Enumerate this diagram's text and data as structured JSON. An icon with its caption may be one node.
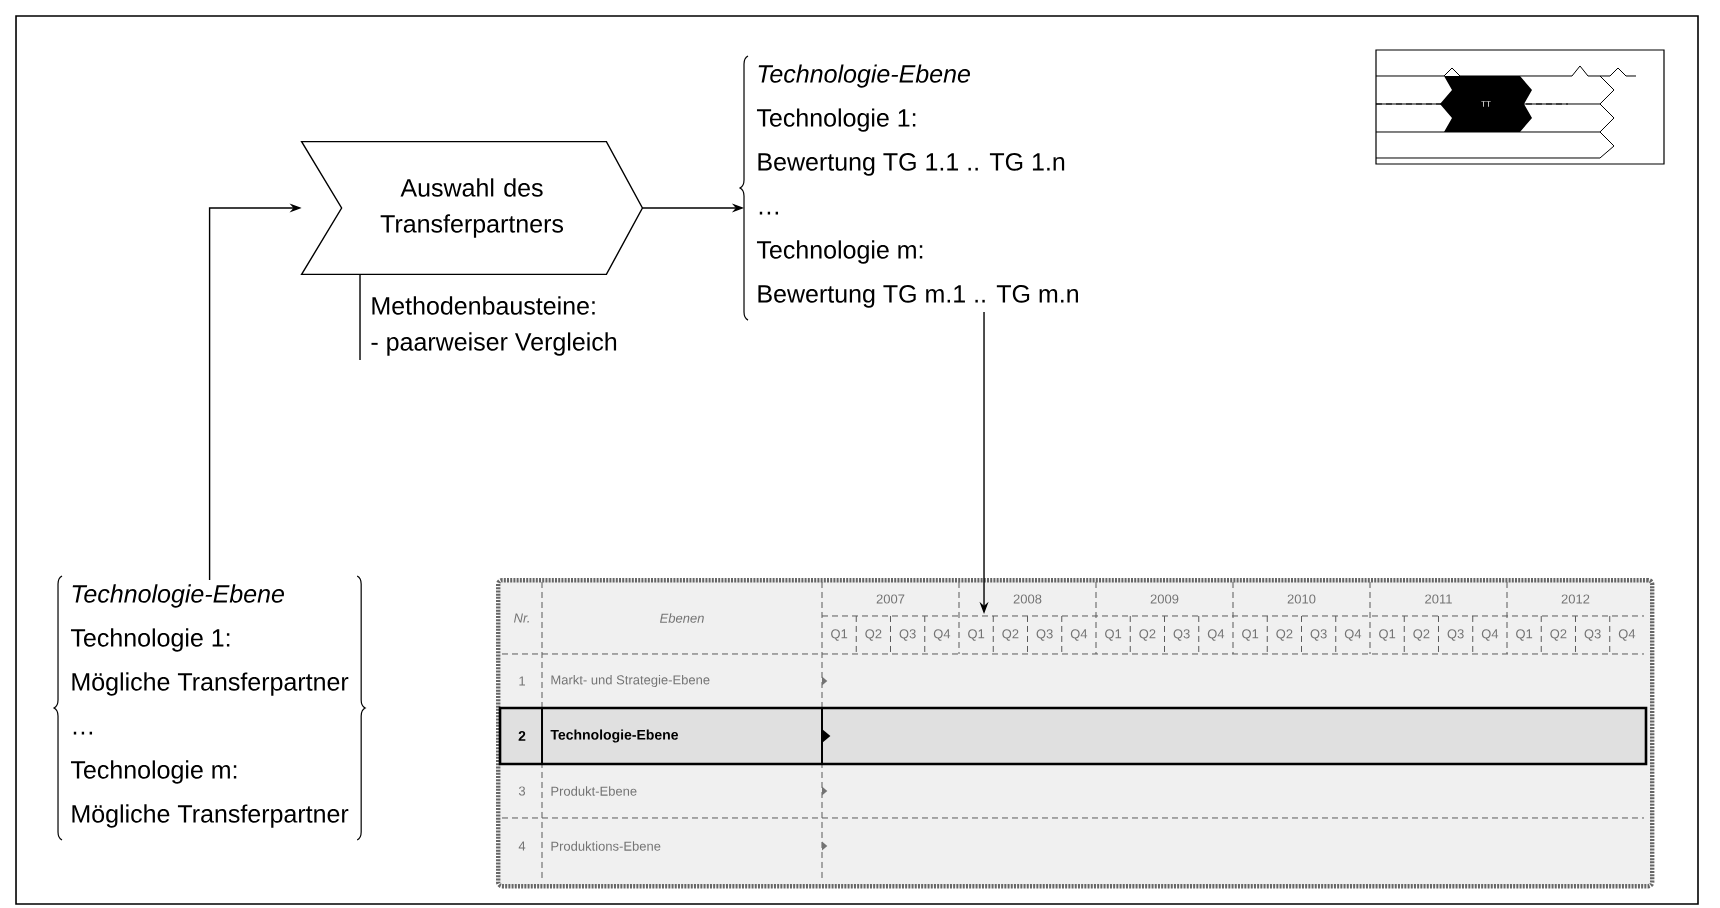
{
  "diagram": {
    "nodes": [
      {
        "text": [
          "Auswahl des Transferpartners"
        ]
      },
      {
        "text": [
          "Methodenbausteine:",
          "- paarweiser Vergleich"
        ]
      },
      {
        "text": [
          "Technologie-Ebene",
          "Technologie 1:",
          "Bewertung TG 1.1 .. TG 1.n",
          "…",
          "Technologie m:",
          "Bewertung TG m.1 .. TG m.n"
        ]
      },
      {
        "text": [
          "Technologie-Ebene",
          "Technologie 1:",
          "Mögliche Transferpartner",
          "…",
          "Technologie m:",
          "Mögliche Transferpartner"
        ]
      },
      {
        "text": [],
        "shape": "box"
      }
    ],
    "edges": [
      {
        "from": 3,
        "to": 0,
        "arrow": "to"
      },
      {
        "from": 0,
        "to": 1,
        "arrow": "none"
      },
      {
        "from": 0,
        "to": 2,
        "arrow": "to"
      },
      {
        "from": 2,
        "to": 4,
        "arrow": "to"
      }
    ],
    "labels": [
      "Nr.",
      "Ebenen",
      "2007",
      "2008",
      "2009",
      "2010",
      "2011",
      "2012",
      "Q1",
      "Q2",
      "Q3",
      "Q4",
      "Q1",
      "Q2",
      "Q3",
      "Q4",
      "Q1",
      "Q2",
      "Q3",
      "Q4",
      "Q1",
      "Q2",
      "Q3",
      "Q4",
      "Q1",
      "Q2",
      "Q3",
      "Q4",
      "Q1",
      "Q2",
      "Q3",
      "Q4",
      "1",
      "Markt- und Strategie-Ebene",
      "2",
      "Technologie-Ebene",
      "3",
      "Produkt-Ebene",
      "4",
      "Produktions-Ebene",
      "TT"
    ]
  }
}
